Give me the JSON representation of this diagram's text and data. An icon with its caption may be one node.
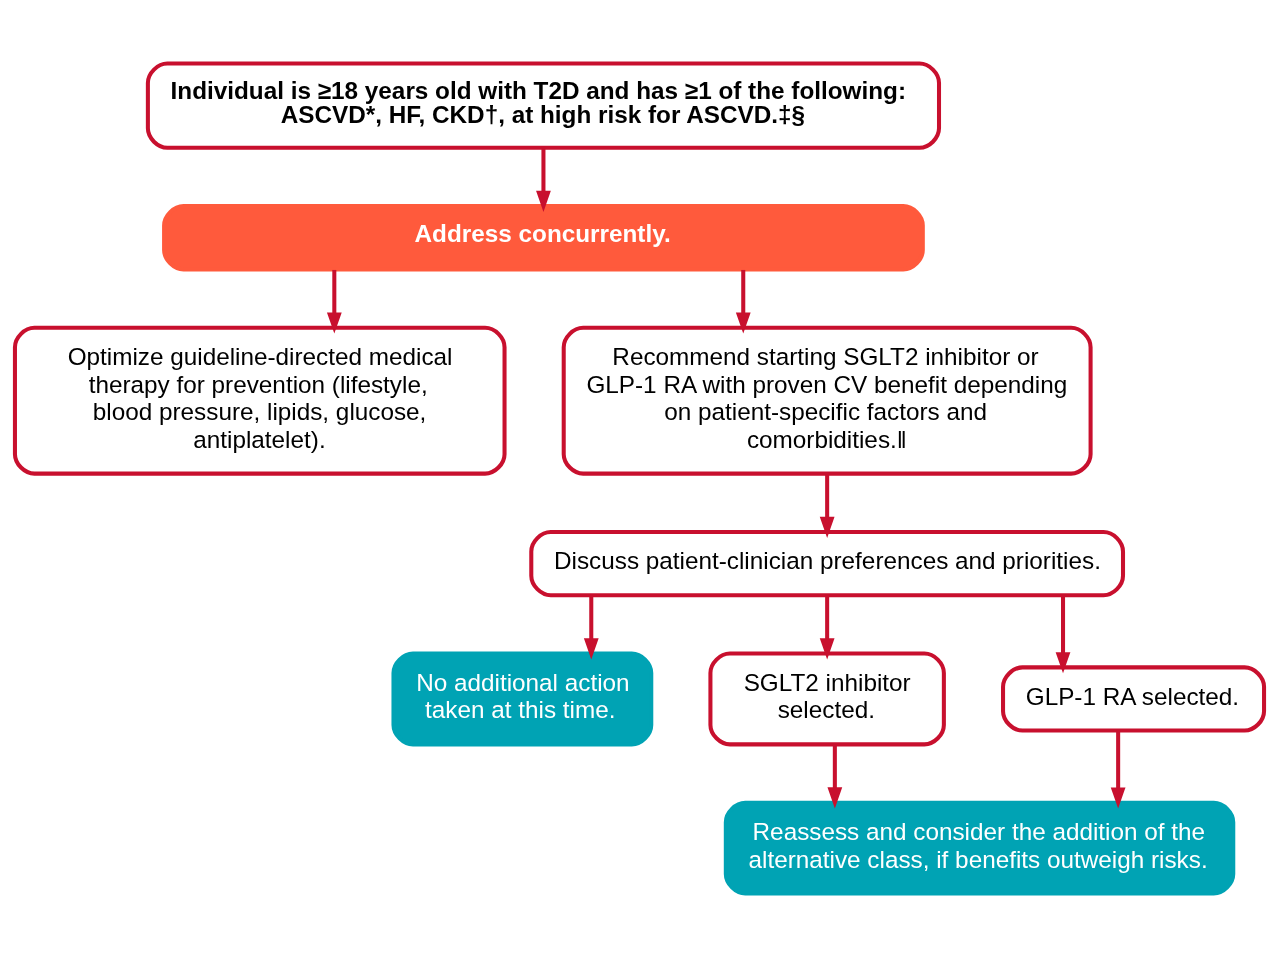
{
  "diagram": {
    "nodes": [
      {
        "text": [
          "Individual is ≥18 years old with T2D and has ≥1 of the following: ASCVD*, HF, CKD†, at high risk for ASCVD.‡§"
        ]
      },
      {
        "text": [
          "Address concurrently."
        ]
      },
      {
        "text": [
          "Optimize guideline-directed medical therapy for prevention (lifestyle, blood pressure, lipids, glucose, antiplatelet)."
        ]
      },
      {
        "text": [
          "Recommend starting SGLT2 inhibitor or GLP-1 RA with proven CV benefit depending on patient-specific factors and comorbidities.‖"
        ]
      },
      {
        "text": [
          "Discuss patient-clinician preferences and priorities."
        ]
      },
      {
        "text": [
          "No additional action taken at this time."
        ]
      },
      {
        "text": [
          "SGLT2 inhibitor selected."
        ]
      },
      {
        "text": [
          "GLP-1 RA selected."
        ]
      },
      {
        "text": [
          "Reassess and consider the addition of the alternative class, if benefits outweigh risks."
        ]
      }
    ],
    "edges": [
      {
        "from": 0,
        "to": 1,
        "arrow": "to"
      },
      {
        "from": 1,
        "to": 2,
        "arrow": "to"
      },
      {
        "from": 1,
        "to": 3,
        "arrow": "to"
      },
      {
        "from": 3,
        "to": 4,
        "arrow": "to"
      },
      {
        "from": 4,
        "to": 5,
        "arrow": "to"
      },
      {
        "from": 4,
        "to": 6,
        "arrow": "to"
      },
      {
        "from": 4,
        "to": 7,
        "arrow": "to"
      },
      {
        "from": 6,
        "to": 8,
        "arrow": "to"
      },
      {
        "from": 7,
        "to": 8,
        "arrow": "to"
      }
    ]
  }
}
